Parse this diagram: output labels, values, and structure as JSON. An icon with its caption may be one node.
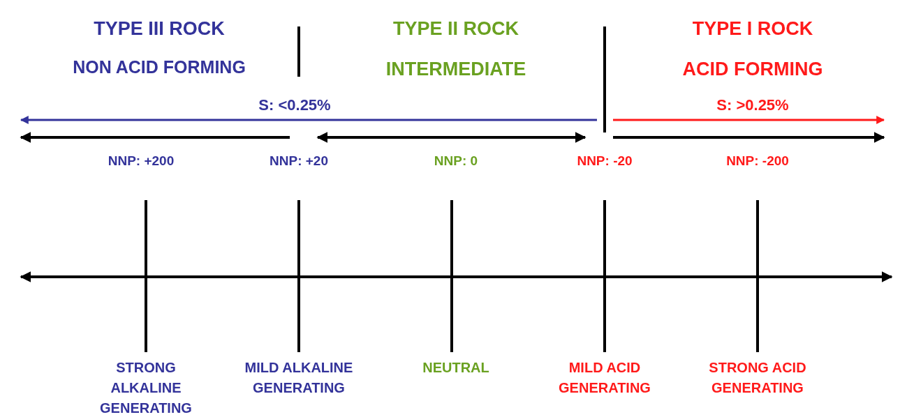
{
  "diagram": {
    "labels": [
      "TYPE III ROCK",
      "TYPE II ROCK",
      "TYPE I ROCK",
      "NON ACID FORMING",
      "INTERMEDIATE",
      "ACID FORMING",
      "S: <0.25%",
      "S: >0.25%",
      "NNP: +200",
      "NNP: +20",
      "NNP: 0",
      "NNP: -20",
      "NNP: -200",
      "STRONG ALKALINE GENERATING",
      "MILD ALKALINE GENERATING",
      "NEUTRAL",
      "MILD ACID GENERATING",
      "STRONG ACID GENERATING"
    ]
  }
}
